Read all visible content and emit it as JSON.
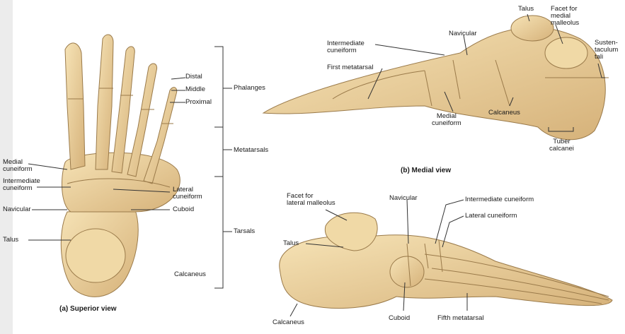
{
  "superior": {
    "caption": "(a) Superior view",
    "labels": {
      "distal": "Distal",
      "middle": "Middle",
      "proximal": "Proximal",
      "phalanges": "Phalanges",
      "metatarsals": "Metatarsals",
      "medial_cuneiform_1": "Medial",
      "medial_cuneiform_2": "cuneiform",
      "intermediate_cuneiform_1": "Intermediate",
      "intermediate_cuneiform_2": "cuneiform",
      "navicular": "Navicular",
      "talus": "Talus",
      "lateral_cuneiform_1": "Lateral",
      "lateral_cuneiform_2": "cuneiform",
      "cuboid": "Cuboid",
      "tarsals": "Tarsals",
      "calcaneus": "Calcaneus"
    }
  },
  "medial": {
    "caption": "(b) Medial view",
    "labels": {
      "talus": "Talus",
      "facet_medial_1": "Facet for",
      "facet_medial_2": "medial",
      "facet_medial_3": "malleolus",
      "sustentaculum_1": "Susten-",
      "sustentaculum_2": "taculum",
      "sustentaculum_3": "tali",
      "intermediate_cuneiform_1": "Intermediate",
      "intermediate_cuneiform_2": "cuneiform",
      "navicular": "Navicular",
      "first_metatarsal": "First metatarsal",
      "medial_cuneiform_1": "Medial",
      "medial_cuneiform_2": "cuneiform",
      "calcaneus": "Calcaneus",
      "tuber_1": "Tuber",
      "tuber_2": "calcanei"
    }
  },
  "lateral": {
    "labels": {
      "facet_lateral_1": "Facet for",
      "facet_lateral_2": "lateral malleolus",
      "navicular": "Navicular",
      "intermediate_cuneiform": "Intermediate cuneiform",
      "lateral_cuneiform": "Lateral cuneiform",
      "talus": "Talus",
      "calcaneus": "Calcaneus",
      "cuboid": "Cuboid",
      "fifth_metatarsal": "Fifth metatarsal"
    }
  }
}
